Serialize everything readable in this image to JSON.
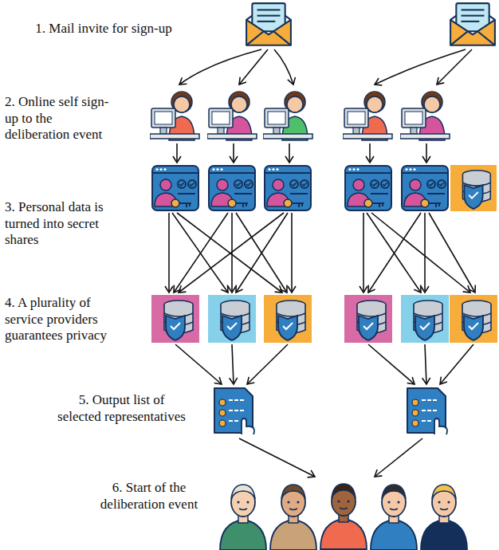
{
  "diagram": {
    "labels": [
      "1. Mail invite for sign-up",
      "2. Online self sign-up to the deliberation event",
      "3. Personal data is turned into secret shares",
      "4. A plurality of service providers guarantees privacy",
      "5. Output list of selected representatives",
      "6. Start of the deliberation event"
    ]
  }
}
